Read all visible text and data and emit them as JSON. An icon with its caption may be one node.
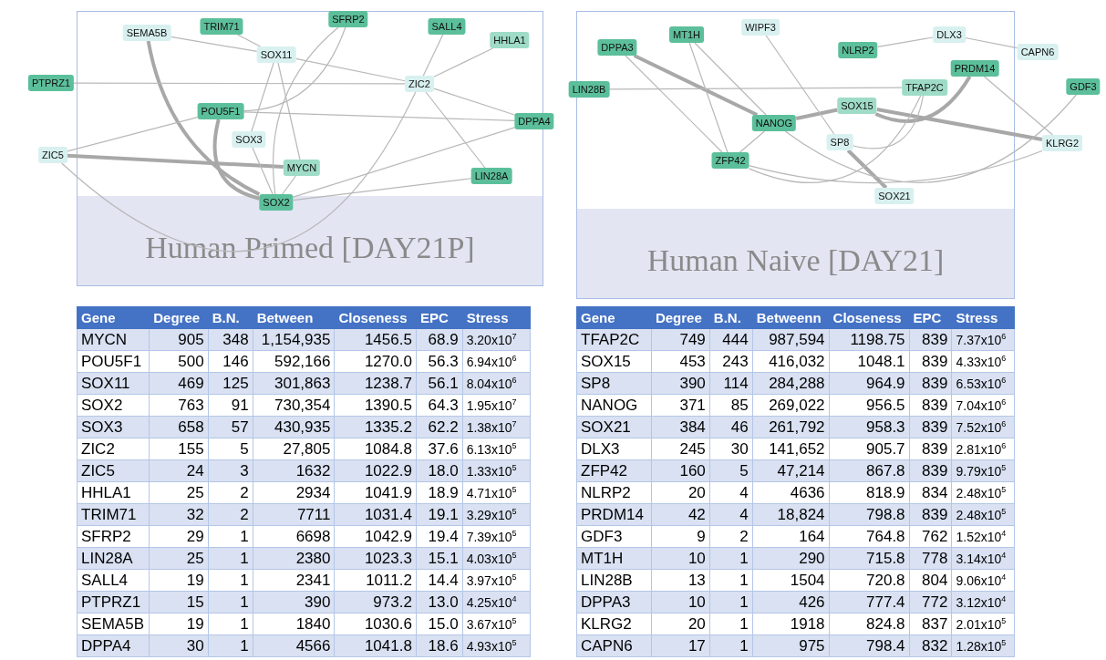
{
  "diagram": {
    "nodes": [
      {
        "text": [
          "Human Primed [DAY21P]"
        ]
      },
      {
        "text": [
          "SEMA5B"
        ],
        "in": 0
      },
      {
        "text": [
          "TRIM71"
        ],
        "in": 0
      },
      {
        "text": [
          "SFRP2"
        ],
        "in": 0
      },
      {
        "text": [
          "SALL4"
        ],
        "in": 0
      },
      {
        "text": [
          "HHLA1"
        ],
        "in": 0
      },
      {
        "text": [
          "SOX11"
        ],
        "in": 0
      },
      {
        "text": [
          "PTPRZ1"
        ]
      },
      {
        "text": [
          "ZIC2"
        ],
        "in": 0
      },
      {
        "text": [
          "POU5F1"
        ],
        "in": 0
      },
      {
        "text": [
          "DPPA4"
        ],
        "in": 0
      },
      {
        "text": [
          "SOX3"
        ],
        "in": 0
      },
      {
        "text": [
          "ZIC5"
        ]
      },
      {
        "text": [
          "MYCN"
        ],
        "in": 0
      },
      {
        "text": [
          "LIN28A"
        ],
        "in": 0
      },
      {
        "text": [
          "SOX2"
        ],
        "in": 0
      },
      {
        "text": [
          "Human Naive [DAY21]"
        ]
      },
      {
        "text": [
          "DPPA3"
        ],
        "in": 16
      },
      {
        "text": [
          "MT1H"
        ],
        "in": 16
      },
      {
        "text": [
          "WIPF3"
        ],
        "in": 16
      },
      {
        "text": [
          "NLRP2"
        ],
        "in": 16
      },
      {
        "text": [
          "DLX3"
        ],
        "in": 16
      },
      {
        "text": [
          "CAPN6"
        ]
      },
      {
        "text": [
          "PRDM14"
        ],
        "in": 16
      },
      {
        "text": [
          "LIN28B"
        ],
        "in": 16
      },
      {
        "text": [
          "TFAP2C"
        ],
        "in": 16
      },
      {
        "text": [
          "GDF3"
        ]
      },
      {
        "text": [
          "SOX15"
        ],
        "in": 16
      },
      {
        "text": [
          "NANOG"
        ],
        "in": 16
      },
      {
        "text": [
          "SP8"
        ],
        "in": 16
      },
      {
        "text": [
          "KLRG2"
        ]
      },
      {
        "text": [
          "ZFP42"
        ],
        "in": 16
      },
      {
        "text": [
          "SOX21"
        ],
        "in": 16
      }
    ],
    "edges": [
      {
        "from": 1,
        "to": 15,
        "arrow": "none",
        "style": "thick"
      },
      {
        "from": 12,
        "to": 13,
        "arrow": "none",
        "style": "thick"
      },
      {
        "from": 9,
        "to": 15,
        "arrow": "none",
        "style": "thick"
      },
      {
        "from": 6,
        "to": 11,
        "arrow": "none"
      },
      {
        "from": 6,
        "to": 13,
        "arrow": "none"
      },
      {
        "from": 6,
        "to": 8,
        "arrow": "none"
      },
      {
        "from": 2,
        "to": 6,
        "arrow": "none"
      },
      {
        "from": 3,
        "to": 15,
        "arrow": "none"
      },
      {
        "from": 3,
        "to": 9,
        "arrow": "none"
      },
      {
        "from": 4,
        "to": 8,
        "arrow": "none"
      },
      {
        "from": 5,
        "to": 8,
        "arrow": "none"
      },
      {
        "from": 7,
        "to": 8,
        "arrow": "none"
      },
      {
        "from": 8,
        "to": 10,
        "arrow": "none"
      },
      {
        "from": 8,
        "to": 14,
        "arrow": "none"
      },
      {
        "from": 12,
        "to": 8,
        "arrow": "none"
      },
      {
        "from": 12,
        "to": 9,
        "arrow": "none"
      },
      {
        "from": 11,
        "to": 15,
        "arrow": "none"
      },
      {
        "from": 13,
        "to": 15,
        "arrow": "none"
      },
      {
        "from": 9,
        "to": 10,
        "arrow": "none"
      },
      {
        "from": 15,
        "to": 10,
        "arrow": "none"
      },
      {
        "from": 15,
        "to": 14,
        "arrow": "none"
      },
      {
        "from": 1,
        "to": 6,
        "arrow": "none"
      },
      {
        "from": 17,
        "to": 28,
        "arrow": "none",
        "style": "thick"
      },
      {
        "from": 28,
        "to": 27,
        "arrow": "none",
        "style": "thick"
      },
      {
        "from": 27,
        "to": 23,
        "arrow": "none",
        "style": "thick"
      },
      {
        "from": 27,
        "to": 30,
        "arrow": "none",
        "style": "thick"
      },
      {
        "from": 29,
        "to": 32,
        "arrow": "none",
        "style": "thick"
      },
      {
        "from": 28,
        "to": 26,
        "arrow": "none"
      },
      {
        "from": 24,
        "to": 25,
        "arrow": "none"
      },
      {
        "from": 20,
        "to": 21,
        "arrow": "none"
      },
      {
        "from": 21,
        "to": 22,
        "arrow": "none"
      },
      {
        "from": 18,
        "to": 31,
        "arrow": "none"
      },
      {
        "from": 18,
        "to": 28,
        "arrow": "none"
      },
      {
        "from": 19,
        "to": 29,
        "arrow": "none"
      },
      {
        "from": 17,
        "to": 31,
        "arrow": "none"
      },
      {
        "from": 31,
        "to": 28,
        "arrow": "none"
      },
      {
        "from": 31,
        "to": 25,
        "arrow": "none"
      },
      {
        "from": 23,
        "to": 30,
        "arrow": "none"
      },
      {
        "from": 25,
        "to": 29,
        "arrow": "none"
      },
      {
        "from": 31,
        "to": 30,
        "arrow": "none"
      }
    ],
    "labels": [
      "Gene",
      "Degree",
      "B.N.",
      "Between",
      "Closeness",
      "EPC",
      "Stress",
      "MYCN",
      "905",
      "348",
      "1,154,935",
      "1456.5",
      "68.9",
      "3.20x10$^{7}$",
      "POU5F1",
      "500",
      "146",
      "592,166",
      "1270.0",
      "56.3",
      "6.94x10$^{6}$",
      "SOX11",
      "469",
      "125",
      "301,863",
      "1238.7",
      "56.1",
      "8.04x10$^{6}$",
      "SOX2",
      "763",
      "91",
      "730,354",
      "1390.5",
      "64.3",
      "1.95x10$^{7}$",
      "SOX3",
      "658",
      "57",
      "430,935",
      "1335.2",
      "62.2",
      "1.38x10$^{7}$",
      "ZIC2",
      "155",
      "5",
      "27,805",
      "1084.8",
      "37.6",
      "6.13x10$^{5}$",
      "ZIC5",
      "24",
      "3",
      "1632",
      "1022.9",
      "18.0",
      "1.33x10$^{5}$",
      "HHLA1",
      "25",
      "2",
      "2934",
      "1041.9",
      "18.9",
      "4.71x10$^{5}$",
      "TRIM71",
      "32",
      "2",
      "7711",
      "1031.4",
      "19.1",
      "3.29x10$^{5}$",
      "SFRP2",
      "29",
      "1",
      "6698",
      "1042.9",
      "19.4",
      "7.39x10$^{5}$",
      "LIN28A",
      "25",
      "1",
      "2380",
      "1023.3",
      "15.1",
      "4.03x10$^{5}$",
      "SALL4",
      "19",
      "1",
      "2341",
      "1011.2",
      "14.4",
      "3.97x10$^{5}$",
      "PTPRZ1",
      "15",
      "1",
      "390",
      "973.2",
      "13.0",
      "4.25x10$^{4}$",
      "SEMA5B",
      "19",
      "1",
      "1840",
      "1030.6",
      "15.0",
      "3.67x10$^{5}$",
      "DPPA4",
      "30",
      "1",
      "4566",
      "1041.8",
      "18.6",
      "4.93x10$^{5}$",
      "Gene",
      "Degree",
      "B.N.",
      "Betweenn",
      "Closeness",
      "EPC",
      "Stress",
      "TFAP2C",
      "749",
      "444",
      "987,594",
      "1198.75",
      "839",
      "7.37x10$^{6}$",
      "SOX15",
      "453",
      "243",
      "416,032",
      "1048.1",
      "839",
      "4.33x10$^{6}$",
      "SP8",
      "390",
      "114",
      "284,288",
      "964.9",
      "839",
      "6.53x10$^{6}$",
      "NANOG",
      "371",
      "85",
      "269,022",
      "956.5",
      "839",
      "7.04x10$^{6}$",
      "SOX21",
      "384",
      "46",
      "261,792",
      "958.3",
      "839",
      "7.52x10$^{6}$",
      "DLX3",
      "245",
      "30",
      "141,652",
      "905.7",
      "839",
      "2.81x10$^{6}$",
      "ZFP42",
      "160",
      "5",
      "47,214",
      "867.8",
      "839",
      "9.79x10$^{5}$",
      "NLRP2",
      "20",
      "4",
      "4636",
      "818.9",
      "834",
      "2.48x10$^{5}$",
      "PRDM14",
      "42",
      "4",
      "18,824",
      "798.8",
      "839",
      "2.48x10$^{5}$",
      "GDF3",
      "9",
      "2",
      "164",
      "764.8",
      "762",
      "1.52x10$^{4}$",
      "MT1H",
      "10",
      "1",
      "290",
      "715.8",
      "778",
      "3.14x10$^{4}$",
      "LIN28B",
      "13",
      "1",
      "1504",
      "720.8",
      "804",
      "9.06x10$^{4}$",
      "DPPA3",
      "10",
      "1",
      "426",
      "777.4",
      "772",
      "3.12x10$^{4}$",
      "KLRG2",
      "20",
      "1",
      "1918",
      "824.8",
      "837",
      "2.01x10$^{5}$",
      "CAPN6",
      "17",
      "1",
      "975",
      "798.4",
      "832",
      "1.28x10$^{5}$"
    ]
  }
}
